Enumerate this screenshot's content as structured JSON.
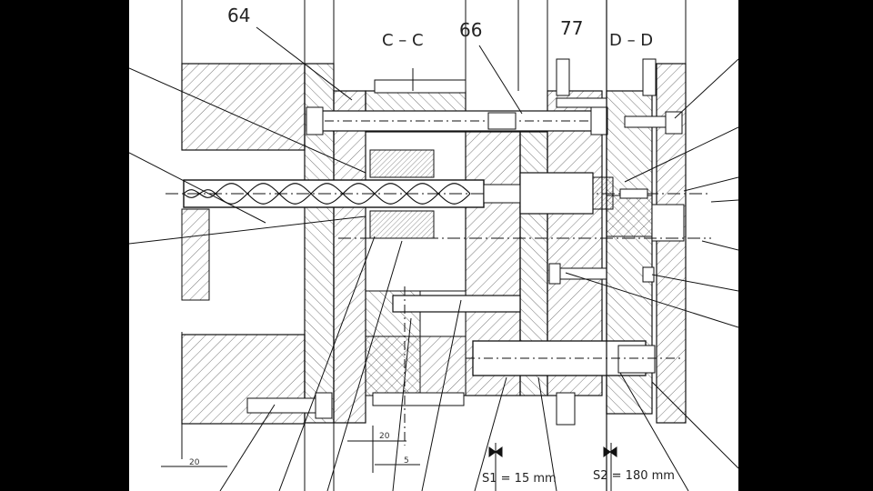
{
  "drawing": {
    "part_labels": {
      "p64": "64",
      "p66": "66",
      "p77": "77"
    },
    "section_labels": {
      "cc": "C – C",
      "dd": "D – D"
    },
    "dimensions": {
      "d20_left": "20",
      "d20_mid": "20",
      "d5": "5",
      "s1": "S1 = 15 mm",
      "s2": "S2 = 180 mm"
    },
    "colors": {
      "background": "#ffffff",
      "frame": "#000000",
      "line": "#1a1a1a"
    }
  }
}
